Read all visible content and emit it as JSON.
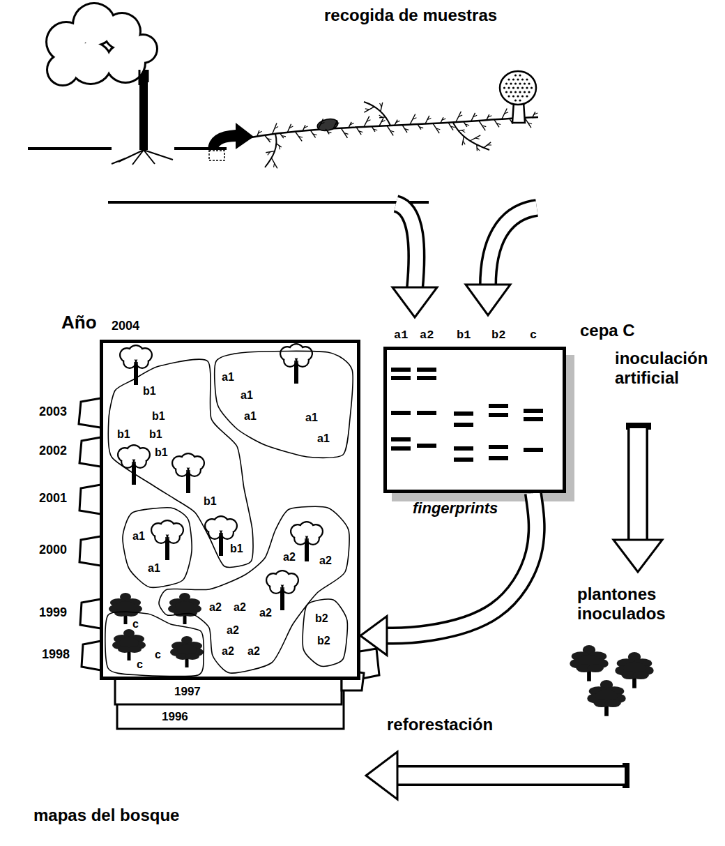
{
  "diagram": {
    "nodes": [
      {
        "text": [
          "Año",
          "2004"
        ]
      },
      {
        "text": [
          "b1",
          "b1",
          "b1",
          "b1",
          "b1",
          "b1",
          "b1"
        ],
        "in": 0
      },
      {
        "text": [
          "a1",
          "a1",
          "a1",
          "a1",
          "a1"
        ],
        "in": 0
      },
      {
        "text": [
          "a1",
          "a1"
        ],
        "in": 0
      },
      {
        "text": [
          "a2",
          "a2",
          "a2",
          "a2",
          "a2",
          "a2",
          "a2",
          "a2"
        ],
        "in": 0
      },
      {
        "text": [
          "b2",
          "b2"
        ],
        "in": 0
      },
      {
        "text": [
          "c",
          "c",
          "c"
        ],
        "in": 0
      },
      {
        "text": [
          "a1",
          "a2",
          "b1",
          "b2",
          "c",
          "fingerprints"
        ]
      }
    ],
    "edges": [
      {
        "from": 7,
        "to": 0,
        "arrow": "to"
      }
    ],
    "labels": [
      "recogida de muestras",
      "cepa C",
      "inoculación artificial",
      "plantones inoculados",
      "reforestación",
      "mapas del bosque",
      "2003",
      "2002",
      "2001",
      "2000",
      "1999",
      "1998",
      "1997",
      "1996"
    ]
  }
}
